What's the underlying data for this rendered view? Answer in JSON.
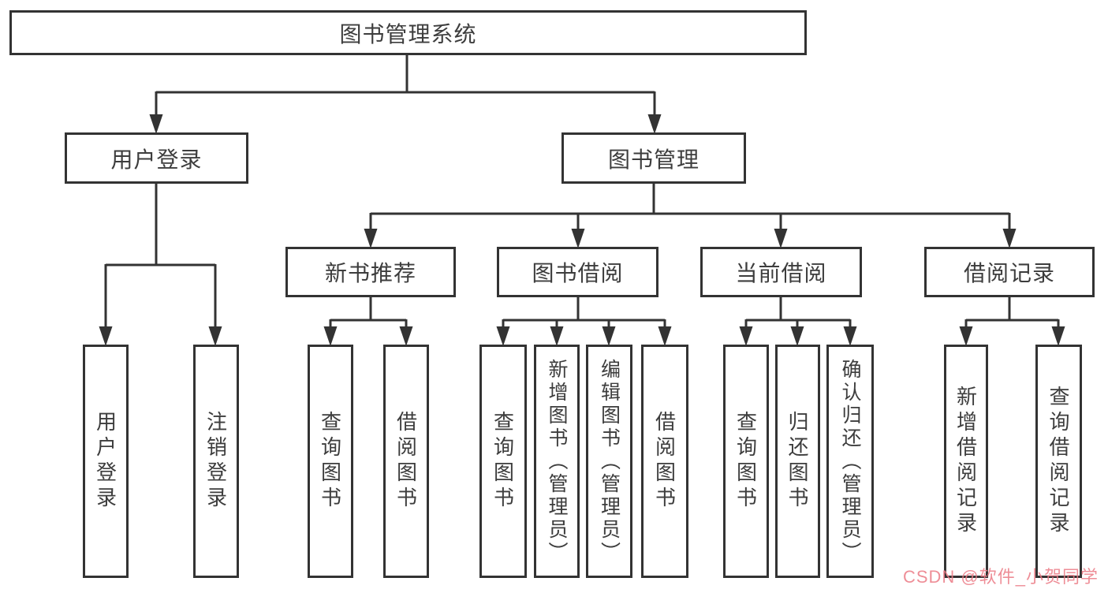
{
  "tree": {
    "label": "图书管理系统",
    "children": [
      {
        "label": "用户登录",
        "children": [
          {
            "label": "用户登录"
          },
          {
            "label": "注销登录"
          }
        ]
      },
      {
        "label": "图书管理",
        "children": [
          {
            "label": "新书推荐",
            "children": [
              {
                "label": "查询图书"
              },
              {
                "label": "借阅图书"
              }
            ]
          },
          {
            "label": "图书借阅",
            "children": [
              {
                "label": "查询图书"
              },
              {
                "label": "新增图书（管理员）"
              },
              {
                "label": "编辑图书（管理员）"
              },
              {
                "label": "借阅图书"
              }
            ]
          },
          {
            "label": "当前借阅",
            "children": [
              {
                "label": "查询图书"
              },
              {
                "label": "归还图书"
              },
              {
                "label": "确认归还（管理员）"
              }
            ]
          },
          {
            "label": "借阅记录",
            "children": [
              {
                "label": "新增借阅记录"
              },
              {
                "label": "查询借阅记录"
              }
            ]
          }
        ]
      }
    ]
  },
  "watermark": {
    "text": "CSDN @软件_小贺同学"
  },
  "colors": {
    "line": "#333333",
    "box_border": "#333333",
    "text": "#3d3d3d",
    "watermark": "#eb7a85",
    "background": "#ffffff"
  }
}
